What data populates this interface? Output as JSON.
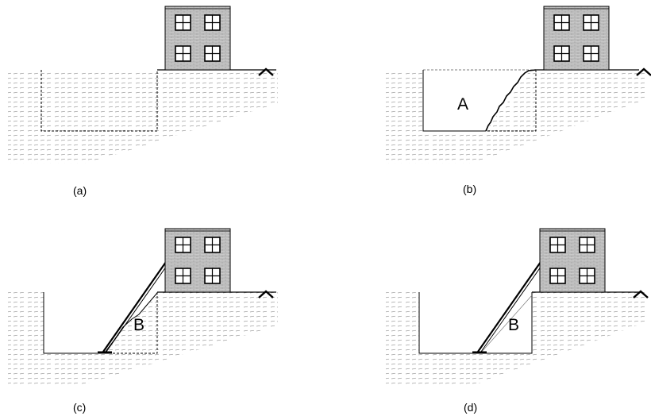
{
  "panels": [
    {
      "id": "a",
      "caption": "(a)",
      "zone_label": ""
    },
    {
      "id": "b",
      "caption": "(b)",
      "zone_label": "A"
    },
    {
      "id": "c",
      "caption": "(c)",
      "zone_label": "B"
    },
    {
      "id": "d",
      "caption": "(d)",
      "zone_label": "B"
    }
  ],
  "colors": {
    "line": "#000000",
    "soil_hatch": "#9a9a9a",
    "brick": "#888888",
    "building_fill": "#c9c9c9",
    "window_fill": "#ffffff"
  },
  "icons": {
    "ground_marker": "ground-level-chevron-icon",
    "window": "window-icon"
  }
}
